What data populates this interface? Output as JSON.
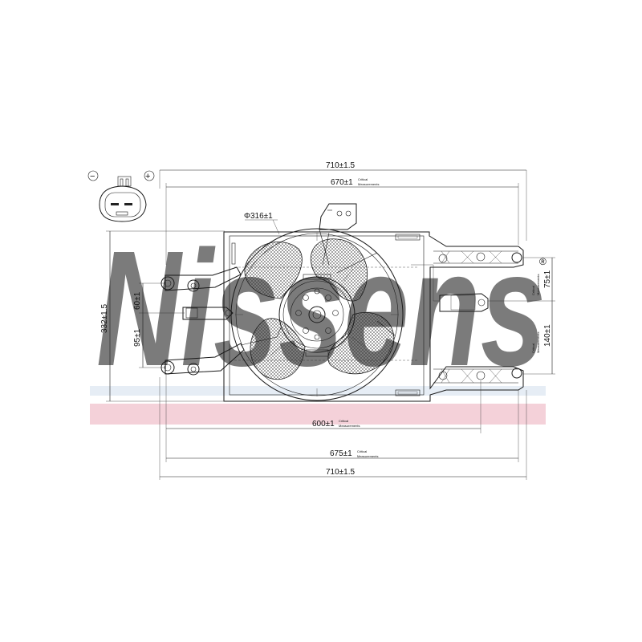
{
  "watermark": {
    "text": "Nissens",
    "registered": "®",
    "color": "#b8c6d9",
    "band_color": "#f4d1d9"
  },
  "connector": {
    "minus_symbol": "−",
    "plus_symbol": "+"
  },
  "dimensions": {
    "top_overall": "710±1.5",
    "top_critical": "670±1",
    "fan_diameter": "Φ316±1",
    "left_height": "332±1.5",
    "left_upper": "60±1",
    "left_lower": "95±1",
    "right_upper": "75±1",
    "right_lower": "140±1",
    "bottom_critical": "600±1",
    "bottom_mid": "675±1",
    "bottom_overall": "710±1.5"
  },
  "notes": {
    "critical_line1": "Critical",
    "critical_line2": "Measurements"
  }
}
